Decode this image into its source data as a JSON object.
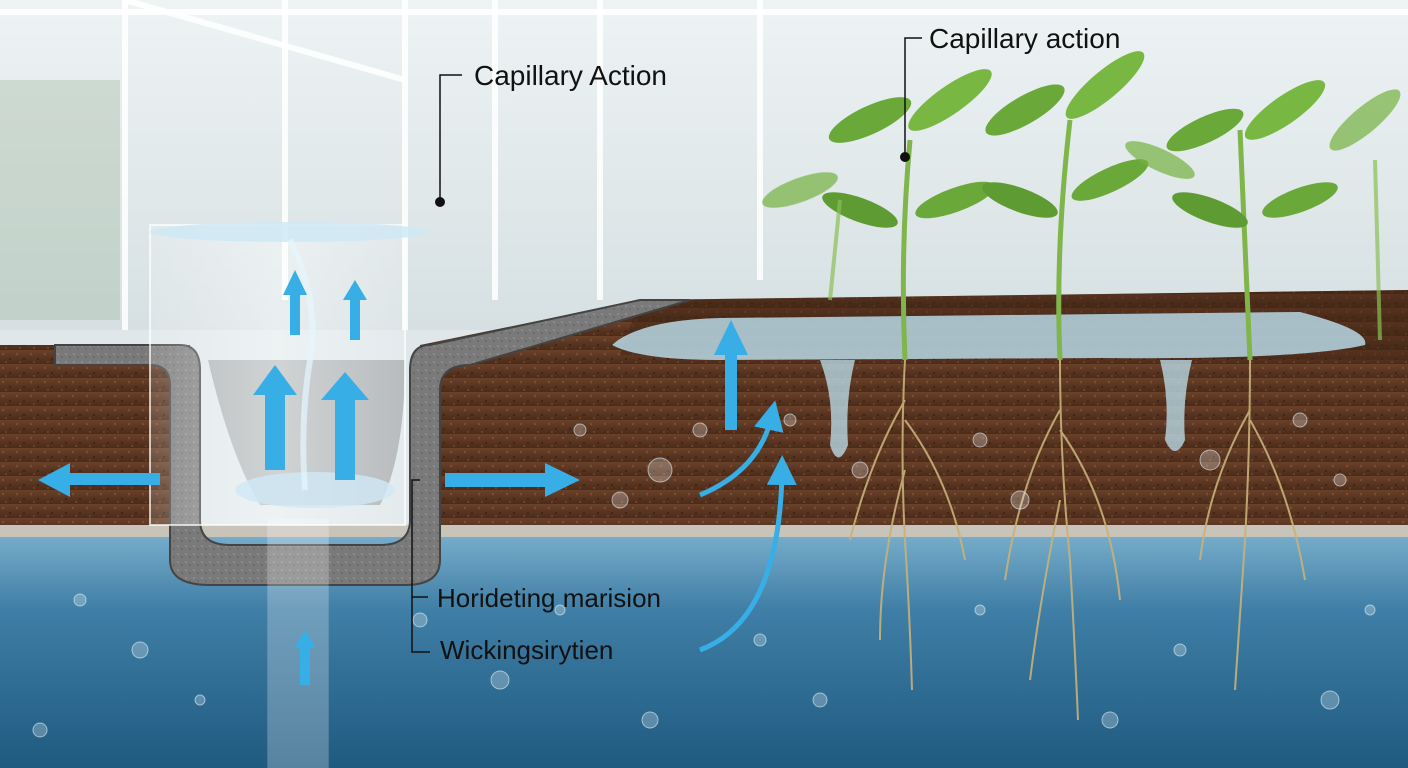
{
  "labels": {
    "capillary_action_left": "Capillary Action",
    "capillary_action_right": "Capillary action",
    "horizontal_migration": "Horideting marision",
    "wicking_system": "Wickingsirytien"
  },
  "colors": {
    "sky": "#e8eef0",
    "soil": "#5a3521",
    "soil_dark": "#3f2414",
    "reservoir_water": "#2f6f97",
    "felt": "#6e6e6e",
    "arrow": "#37aee6",
    "root": "#c8b27a",
    "leaf": "#6aa83a",
    "surface_water": "#bfe3f2"
  },
  "icons": {
    "arrows": "blue-flow-arrow",
    "bubbles": "water-bubble",
    "pointer": "leader-line-dot"
  }
}
